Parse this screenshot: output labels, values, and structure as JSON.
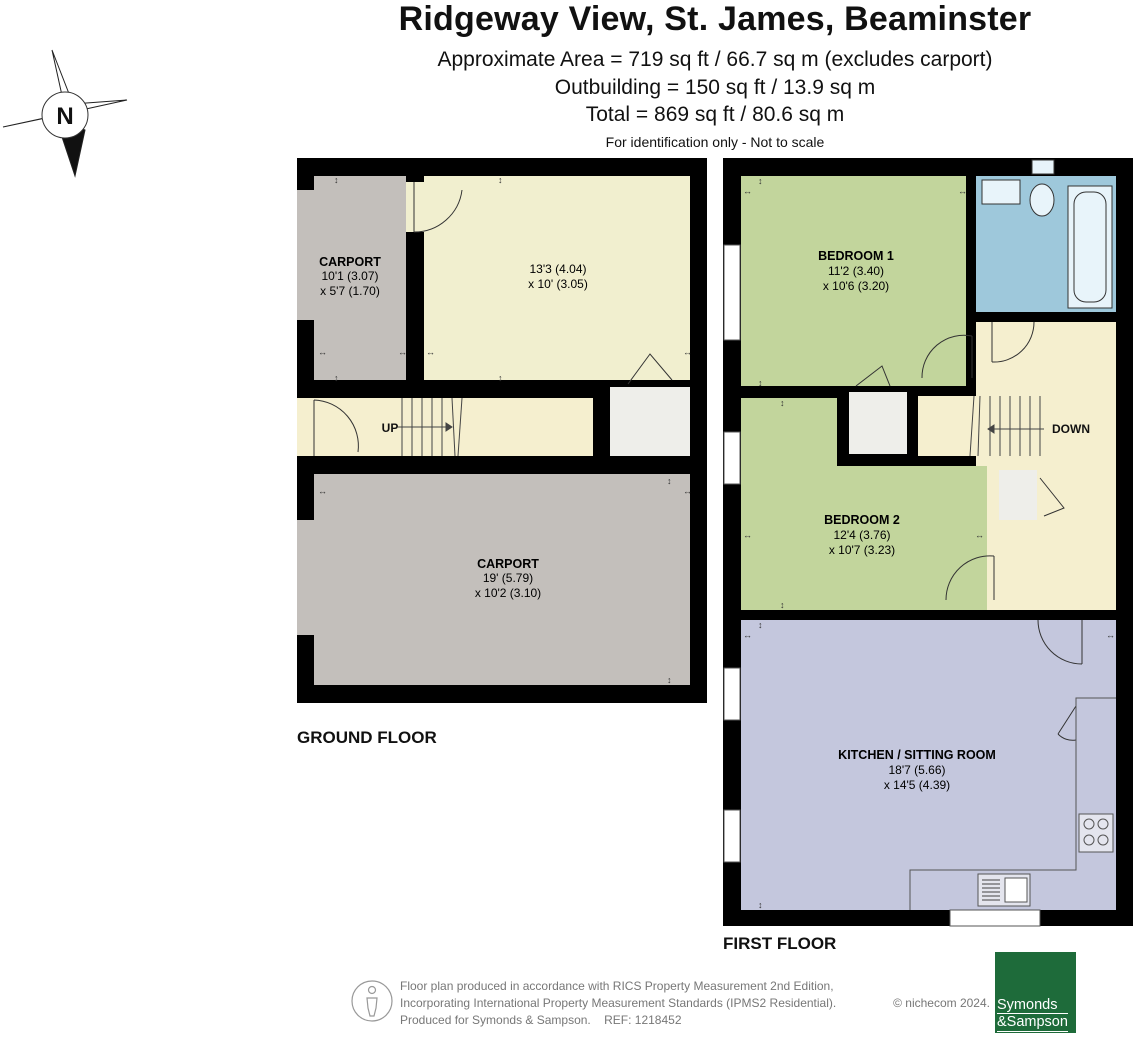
{
  "title": "Ridgeway View, St. James, Beaminster",
  "area_lines": [
    "Approximate Area = 719 sq ft / 66.7 sq m (excludes carport)",
    "Outbuilding = 150 sq ft / 13.9 sq m",
    "Total = 869 sq ft / 80.6 sq m"
  ],
  "note": "For identification only - Not to scale",
  "compass_letter": "N",
  "ground_floor": {
    "label": "GROUND FLOOR",
    "carport_small": {
      "name": "CARPORT",
      "dim1": "10'1 (3.07)",
      "dim2": "x 5'7 (1.70)"
    },
    "store": {
      "dim1": "13'3 (4.04)",
      "dim2": "x 10' (3.05)"
    },
    "stairs_label": "UP",
    "carport_large": {
      "name": "CARPORT",
      "dim1": "19' (5.79)",
      "dim2": "x 10'2 (3.10)"
    }
  },
  "first_floor": {
    "label": "FIRST FLOOR",
    "bedroom1": {
      "name": "BEDROOM 1",
      "dim1": "11'2 (3.40)",
      "dim2": "x 10'6 (3.20)"
    },
    "bedroom2": {
      "name": "BEDROOM 2",
      "dim1": "12'4 (3.76)",
      "dim2": "x 10'7 (3.23)"
    },
    "stairs_label": "DOWN",
    "kitchen": {
      "name": "KITCHEN / SITTING ROOM",
      "dim1": "18'7 (5.66)",
      "dim2": "x 14'5 (4.39)"
    }
  },
  "footer": {
    "line1": "Floor plan produced in accordance with RICS Property Measurement 2nd Edition,",
    "line2": "Incorporating International Property Measurement Standards (IPMS2 Residential).",
    "copyright": "© nichecom 2024.",
    "line3": "Produced for Symonds & Sampson.",
    "ref": "REF: 1218452"
  },
  "brand": {
    "line1": "Symonds",
    "line2": "&Sampson"
  },
  "colors": {
    "wall": "#000000",
    "carport": "#c3bfbb",
    "store": "#f1efcf",
    "hall": "#f5efcf",
    "bedroom": "#c2d59c",
    "bathroom": "#9ec8db",
    "kitchen": "#c4c7dd",
    "cupboard": "#eeeeea",
    "brand": "#1e6b3a"
  }
}
